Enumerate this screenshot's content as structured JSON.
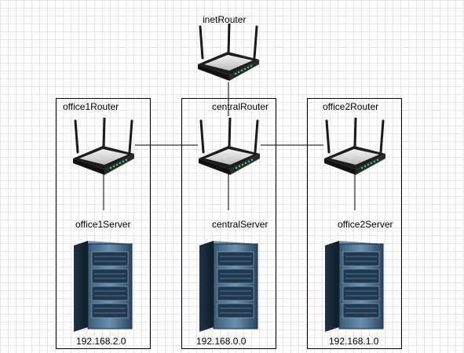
{
  "diagram": {
    "nodes": [
      {
        "id": "inetRouter",
        "label": "inetRouter",
        "kind": "router-icon"
      },
      {
        "id": "office1Router",
        "label": "office1Router",
        "kind": "router-icon"
      },
      {
        "id": "centralRouter",
        "label": "centralRouter",
        "kind": "router-icon"
      },
      {
        "id": "office2Router",
        "label": "office2Router",
        "kind": "router-icon"
      },
      {
        "id": "office1Server",
        "label": "office1Server",
        "kind": "server-icon"
      },
      {
        "id": "centralServer",
        "label": "centralServer",
        "kind": "server-icon"
      },
      {
        "id": "office2Server",
        "label": "office2Server",
        "kind": "server-icon"
      }
    ],
    "groups": [
      {
        "id": "office1",
        "network": "192.168.2.0"
      },
      {
        "id": "central",
        "network": "192.168.0.0"
      },
      {
        "id": "office2",
        "network": "192.168.1.0"
      }
    ],
    "edges": [
      {
        "from": "inetRouter",
        "to": "centralRouter"
      },
      {
        "from": "office1Router",
        "to": "centralRouter"
      },
      {
        "from": "centralRouter",
        "to": "office2Router"
      },
      {
        "from": "office1Router",
        "to": "office1Server"
      },
      {
        "from": "centralRouter",
        "to": "centralServer"
      },
      {
        "from": "office2Router",
        "to": "office2Server"
      }
    ]
  }
}
